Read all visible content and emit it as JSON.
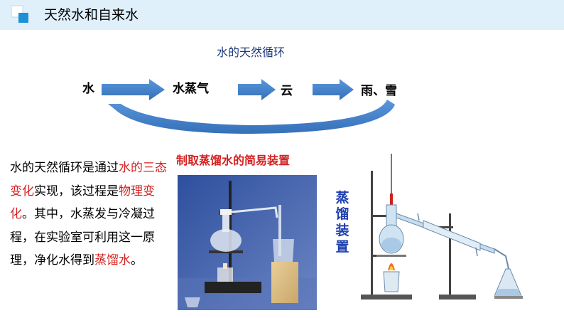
{
  "header": {
    "title": "天然水和自来水",
    "bg_color": "#dff0fb",
    "accent_color": "#1e90d8"
  },
  "cycle": {
    "title": "水的天然循环",
    "nodes": [
      "水",
      "水蒸气",
      "云",
      "雨、雪"
    ],
    "arrow_color": "#3f7fc8"
  },
  "text": {
    "p1": "水的天然循环是通过",
    "r1": "水的三态变化",
    "p2": "实现，该过程是",
    "r2": "物理变化",
    "p3": "。其中，水蒸发与冷凝过程，在实验室可利用这一原理，净化水得到",
    "r3": "蒸馏水",
    "p4": "。",
    "highlight_color": "#d42020"
  },
  "photo": {
    "caption": "制取蒸馏水的简易装置"
  },
  "apparatus": {
    "label": [
      "蒸",
      "馏",
      "装",
      "置"
    ]
  }
}
